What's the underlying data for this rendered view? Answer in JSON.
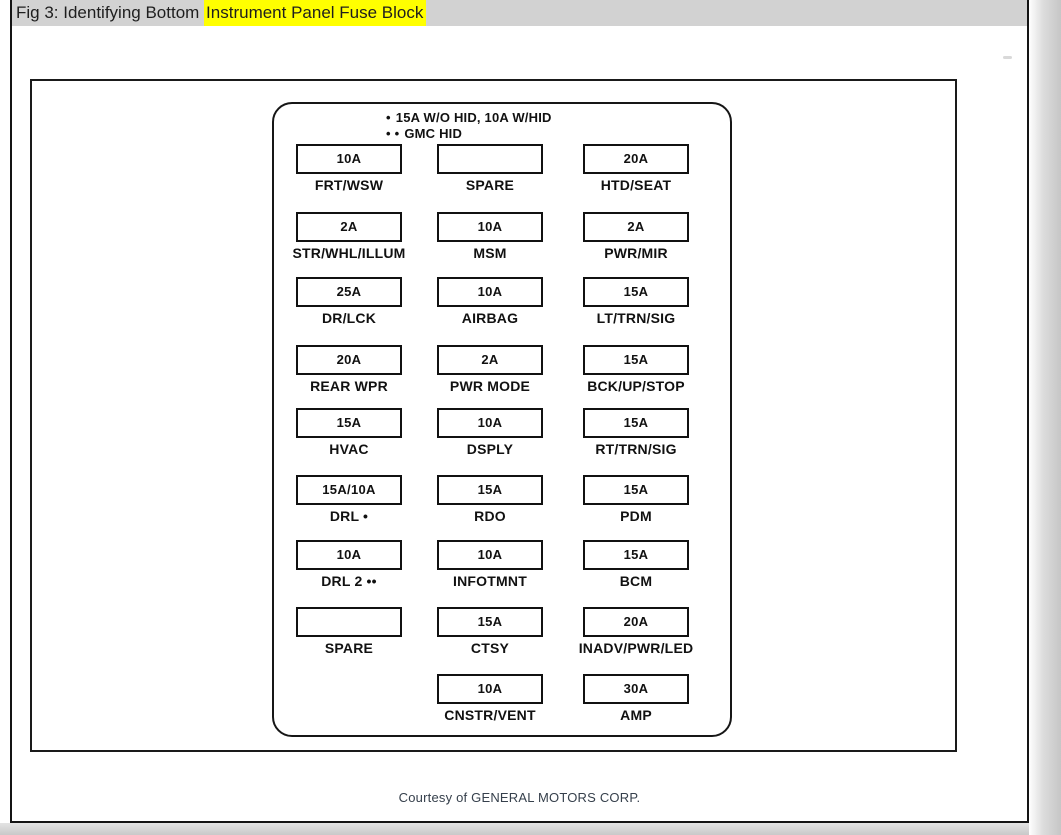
{
  "header": {
    "prefix": "Fig 3: Identifying Bottom ",
    "highlight": "Instrument Panel Fuse Block"
  },
  "notes": {
    "line1_bullet": "•",
    "line1_text": "15A W/O HID, 10A W/HID",
    "line2_bullet": "• •",
    "line2_text": "GMC HID"
  },
  "fuse_grid": {
    "columns": 3,
    "rows": [
      [
        {
          "amp": "10A",
          "label": "FRT/WSW"
        },
        {
          "amp": "",
          "label": "SPARE"
        },
        {
          "amp": "20A",
          "label": "HTD/SEAT"
        }
      ],
      [
        {
          "amp": "2A",
          "label": "STR/WHL/ILLUM"
        },
        {
          "amp": "10A",
          "label": "MSM"
        },
        {
          "amp": "2A",
          "label": "PWR/MIR"
        }
      ],
      [
        {
          "amp": "25A",
          "label": "DR/LCK"
        },
        {
          "amp": "10A",
          "label": "AIRBAG"
        },
        {
          "amp": "15A",
          "label": "LT/TRN/SIG"
        }
      ],
      [
        {
          "amp": "20A",
          "label": "REAR WPR"
        },
        {
          "amp": "2A",
          "label": "PWR MODE"
        },
        {
          "amp": "15A",
          "label": "BCK/UP/STOP"
        }
      ],
      [
        {
          "amp": "15A",
          "label": "HVAC"
        },
        {
          "amp": "10A",
          "label": "DSPLY"
        },
        {
          "amp": "15A",
          "label": "RT/TRN/SIG"
        }
      ],
      [
        {
          "amp": "15A/10A",
          "label": "DRL •"
        },
        {
          "amp": "15A",
          "label": "RDO"
        },
        {
          "amp": "15A",
          "label": "PDM"
        }
      ],
      [
        {
          "amp": "10A",
          "label": "DRL 2 ••"
        },
        {
          "amp": "10A",
          "label": "INFOTMNT"
        },
        {
          "amp": "15A",
          "label": "BCM"
        }
      ],
      [
        {
          "amp": "",
          "label": "SPARE"
        },
        {
          "amp": "15A",
          "label": "CTSY"
        },
        {
          "amp": "20A",
          "label": "INADV/PWR/LED"
        }
      ],
      [
        null,
        {
          "amp": "10A",
          "label": "CNSTR/VENT"
        },
        {
          "amp": "30A",
          "label": "AMP"
        }
      ]
    ]
  },
  "footer": {
    "credit": "Courtesy of GENERAL MOTORS CORP."
  },
  "colors": {
    "highlight": "#ffff00",
    "title_bar": "#d2d2d2",
    "line": "#141414",
    "credit_text": "#36404c"
  }
}
